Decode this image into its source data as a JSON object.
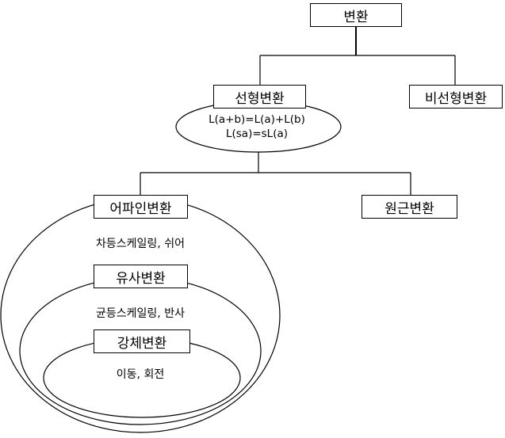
{
  "nodes": {
    "root": "변환",
    "linear": "선형변환",
    "nonlinear": "비선형변환",
    "affine": "어파인변환",
    "perspective": "원근변환",
    "similarity": "유사변환",
    "rigid": "강체변환"
  },
  "linear_properties": {
    "additivity": "L(a+b)=L(a)+L(b)",
    "homogeneity": "L(sa)=sL(a)"
  },
  "affine_ops": "차등스케일링, 쉬어",
  "similarity_ops": "균등스케일링, 반사",
  "rigid_ops": "이동, 회전"
}
